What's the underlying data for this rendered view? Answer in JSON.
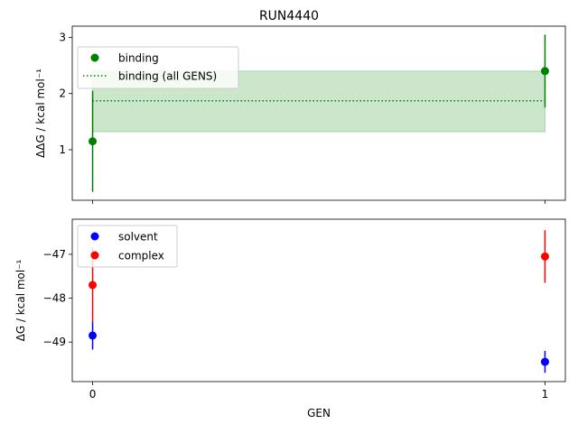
{
  "figure": {
    "title": "RUN4440",
    "xlabel": "GEN"
  },
  "colors": {
    "binding": "#008000",
    "binding_fill": "#cde8cd",
    "solvent": "#0000ff",
    "complex": "#ff0000"
  },
  "chart_data": [
    {
      "type": "scatter",
      "title": "RUN4440",
      "ylabel": "ΔΔG / kcal mol⁻¹",
      "xlim": [
        -0.045,
        1.045
      ],
      "ylim": [
        0.1,
        3.2
      ],
      "x_ticks": [
        0,
        1
      ],
      "y_ticks": [
        1,
        2,
        3
      ],
      "y_tick_labels": [
        "1",
        "2",
        "3"
      ],
      "legend": {
        "position": "top-left",
        "entries": [
          "binding",
          "binding (all GENS)"
        ]
      },
      "series": [
        {
          "name": "binding",
          "kind": "errorbar",
          "color": "#008000",
          "x": [
            0,
            1
          ],
          "y": [
            1.15,
            2.4
          ],
          "yerr": [
            0.9,
            0.65
          ]
        },
        {
          "name": "binding (all GENS)",
          "kind": "hline-band",
          "color": "#008000",
          "x_range": [
            0,
            1
          ],
          "y": 1.87,
          "band": [
            1.32,
            2.4
          ]
        }
      ]
    },
    {
      "type": "scatter",
      "ylabel": "ΔG / kcal mol⁻¹",
      "xlabel": "GEN",
      "xlim": [
        -0.045,
        1.045
      ],
      "ylim": [
        -49.9,
        -46.2
      ],
      "x_ticks": [
        0,
        1
      ],
      "x_tick_labels": [
        "0",
        "1"
      ],
      "y_ticks": [
        -49,
        -48,
        -47
      ],
      "y_tick_labels": [
        "−49",
        "−48",
        "−47"
      ],
      "legend": {
        "position": "top-left",
        "entries": [
          "solvent",
          "complex"
        ]
      },
      "series": [
        {
          "name": "solvent",
          "kind": "errorbar",
          "color": "#0000ff",
          "x": [
            0,
            1
          ],
          "y": [
            -48.85,
            -49.45
          ],
          "yerr": [
            0.32,
            0.25
          ]
        },
        {
          "name": "complex",
          "kind": "errorbar",
          "color": "#ff0000",
          "x": [
            0,
            1
          ],
          "y": [
            -47.7,
            -47.05
          ],
          "yerr": [
            0.85,
            0.6
          ]
        }
      ]
    }
  ]
}
